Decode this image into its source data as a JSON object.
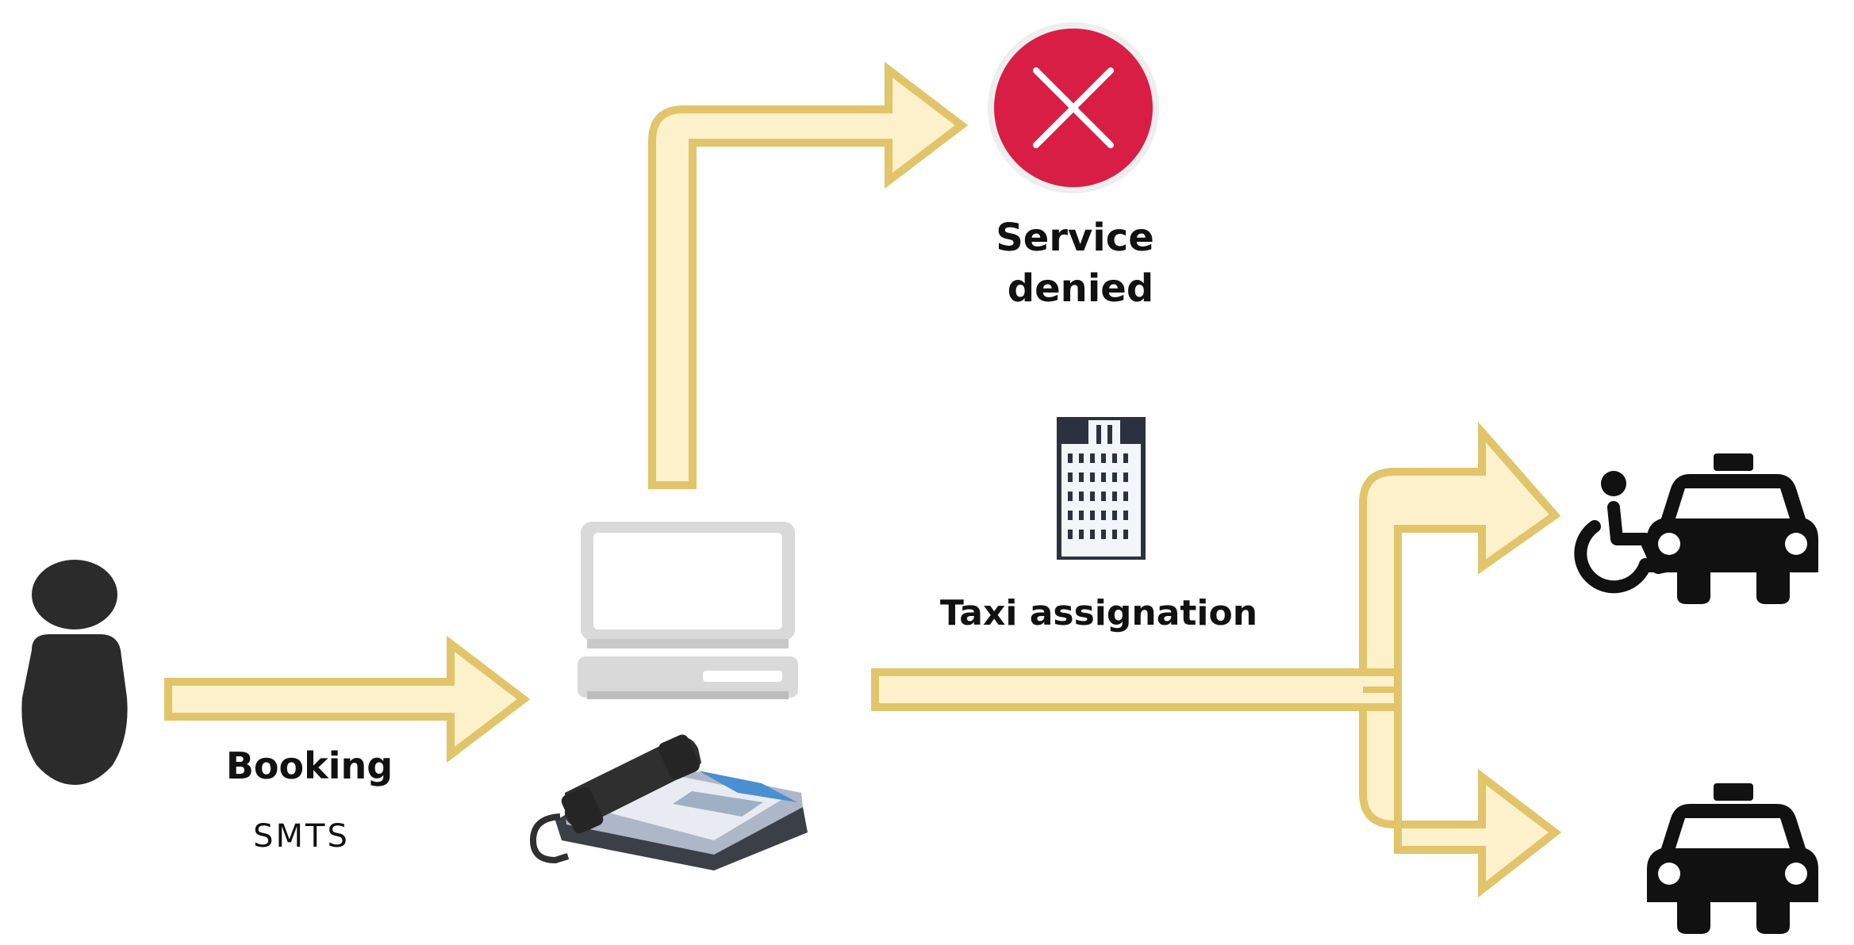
{
  "labels": {
    "service_denied_line1": "Service",
    "service_denied_line2": "denied",
    "taxi_assignation": "Taxi assignation",
    "booking": "Booking",
    "smts": "SMTS"
  },
  "colors": {
    "arrow_fill": "#FDF1CC",
    "arrow_stroke": "#E2C46A",
    "denied_circle": "#D81E45",
    "denied_ring": "#EEEEEE",
    "icon_dark": "#1A1A1A",
    "person": "#2B2B2B",
    "computer_gray": "#D9D9D9",
    "phone_blue": "#4A8FD0"
  },
  "icons": {
    "person": "person-icon",
    "computer": "computer-icon",
    "phone": "telephone-icon",
    "denied": "close-icon",
    "building": "building-icon",
    "wheelchair": "wheelchair-icon",
    "taxi": "taxi-icon"
  }
}
